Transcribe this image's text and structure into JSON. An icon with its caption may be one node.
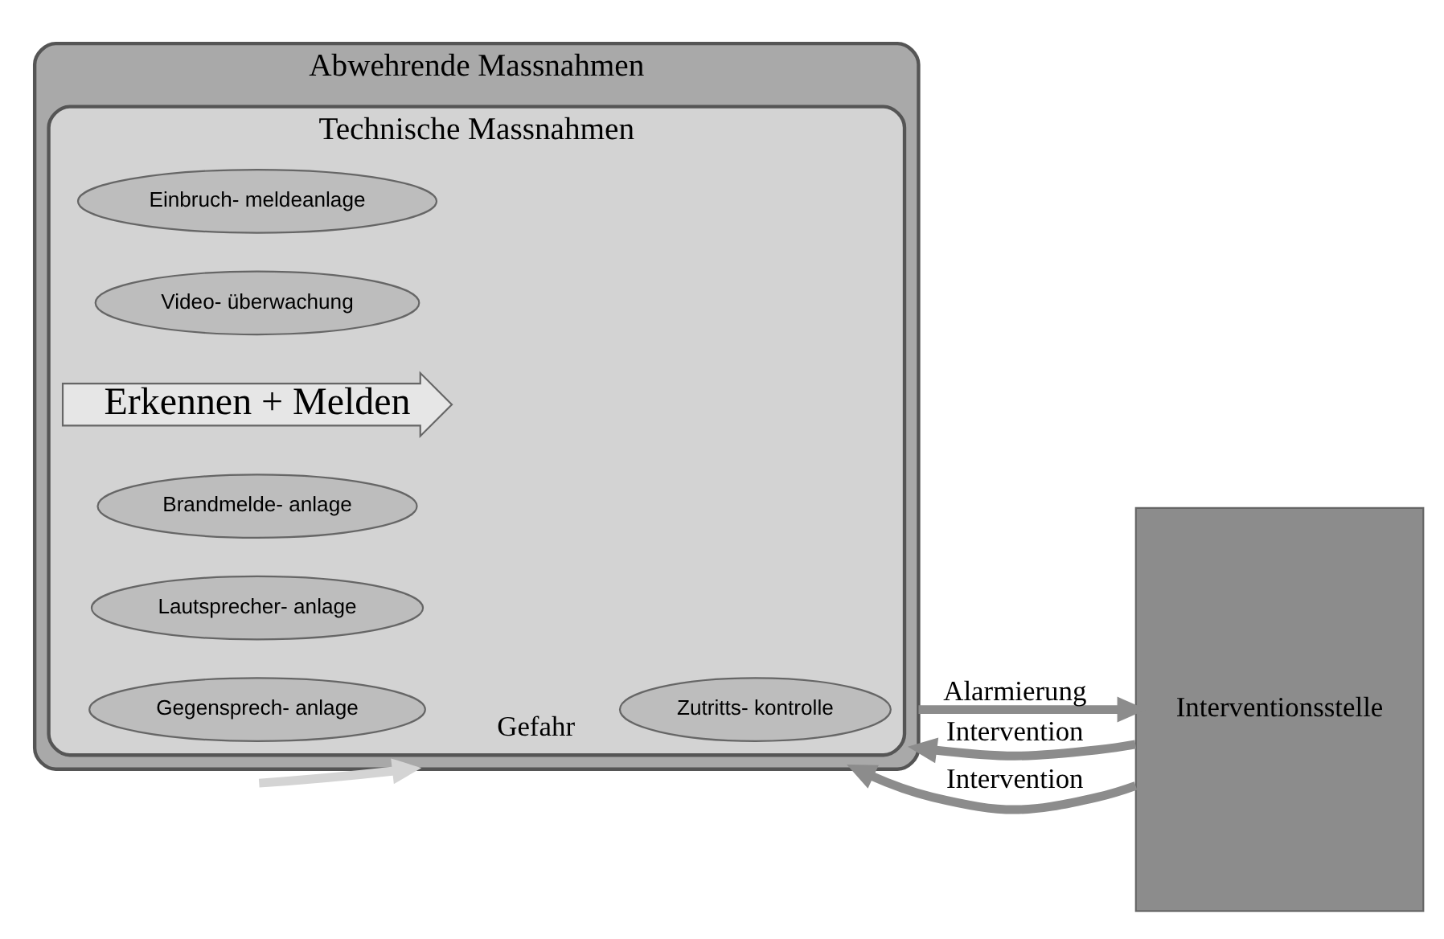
{
  "diagram": {
    "nodes": [
      {
        "text": [
          "Abwehrende Massnahmen"
        ]
      },
      {
        "text": [
          "Technische Massnahmen"
        ],
        "in": 0
      },
      {
        "text": [
          "Zutritts- kontrolle"
        ],
        "in": 1
      },
      {
        "text": [
          "Einbruch- meldeanlage"
        ],
        "in": 1
      },
      {
        "text": [
          "Video- überwachung"
        ],
        "in": 1
      },
      {
        "text": [
          "Erkennen + Melden"
        ],
        "in": 1
      },
      {
        "text": [
          "Brandmelde- anlage"
        ],
        "in": 1
      },
      {
        "text": [
          "Lautsprecher- anlage"
        ],
        "in": 1
      },
      {
        "text": [
          "Gegensprech- anlage"
        ],
        "in": 1
      },
      {
        "text": [
          "Interventionsstelle"
        ]
      }
    ],
    "edges": [
      {
        "from": null,
        "to": 0,
        "arrow": "to",
        "label": "Gefahr",
        "color": "#d4d4d4"
      },
      {
        "from": 0,
        "to": 9,
        "arrow": "to",
        "label": "Alarmierung"
      },
      {
        "from": 9,
        "to": 0,
        "arrow": "to",
        "label": "Intervention"
      },
      {
        "from": 9,
        "to": 0,
        "arrow": "to",
        "label": "Intervention"
      }
    ]
  }
}
